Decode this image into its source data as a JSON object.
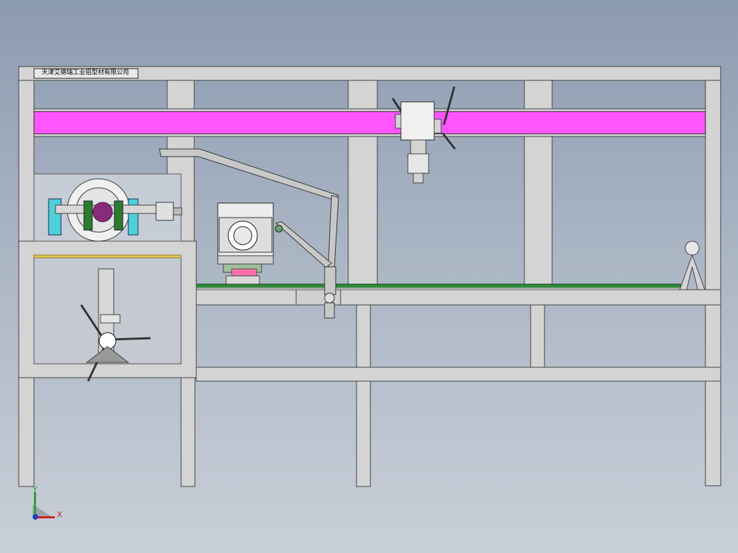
{
  "drawing": {
    "company_label": "天津艾德瑞工业铝型材有限公司"
  },
  "triad": {
    "y_label": "Y",
    "x_label": "X"
  },
  "colors": {
    "background_top": "#8c9bb0",
    "background_bottom": "#c9cfd8",
    "frame_fill": "#d4d4d4",
    "frame_stroke": "#404040",
    "beam_magenta": "#ff55ff",
    "conveyor_green": "#2e8b3a",
    "cyan_block": "#4dd0d8",
    "green_plate": "#2f7a2f",
    "purple_part": "#8a2a7a",
    "pink_pad": "#ff6fb0"
  }
}
